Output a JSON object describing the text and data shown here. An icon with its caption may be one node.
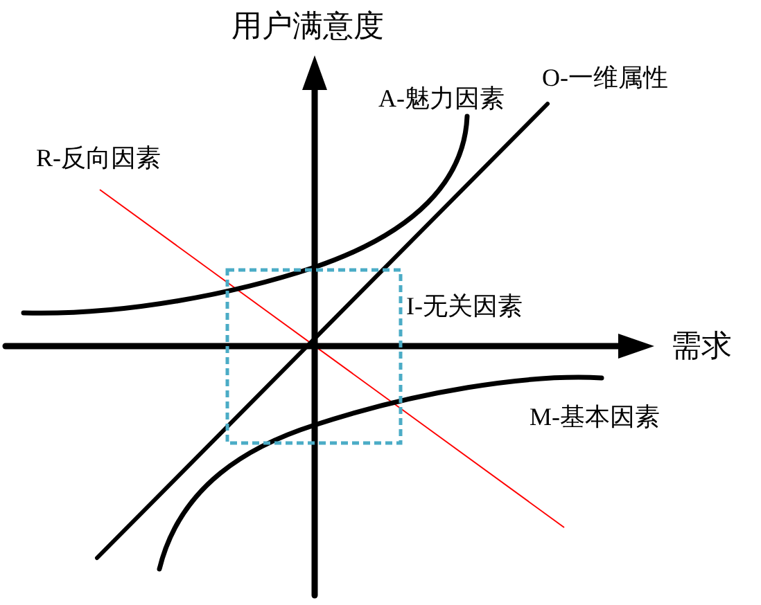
{
  "diagram": {
    "nodes": [
      {
        "text": [],
        "shape": "box",
        "beside": [
          "I-无关因素"
        ]
      }
    ],
    "labels": [
      "用户满意度",
      "O-一维属性",
      "A-魅力因素",
      "R-反向因素",
      "需求",
      "M-基本因素"
    ]
  }
}
